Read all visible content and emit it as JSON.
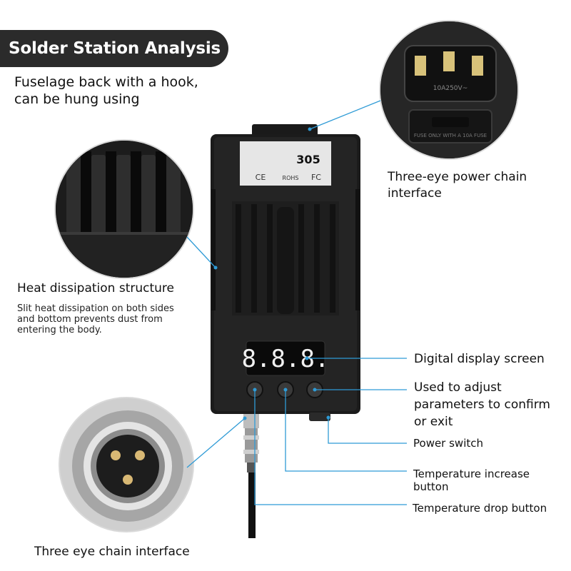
{
  "title": "Solder Station Analysis",
  "device": {
    "model": "305",
    "marks": {
      "ce": "CE",
      "rohs": "ROHS",
      "fc": "FC"
    },
    "display_digits": "8.8.8."
  },
  "plug_detail": {
    "rating": "10A250V~",
    "fuse_note": "FUSE ONLY WITH A 10A FUSE"
  },
  "callouts": {
    "hook_line1": "Fuselage back with a hook,",
    "hook_line2": "can be hung using",
    "power_interface_line1": "Three-eye power chain",
    "power_interface_line2": "interface",
    "heat_title": "Heat dissipation structure",
    "heat_desc_line1": "Slit heat dissipation on both sides",
    "heat_desc_line2": "and bottom prevents dust from",
    "heat_desc_line3": "entering the body.",
    "display": "Digital display screen",
    "adjust_line1": "Used to adjust",
    "adjust_line2": "parameters to confirm",
    "adjust_line3": "or exit",
    "power_switch": "Power switch",
    "temp_increase_line1": "Temperature increase",
    "temp_increase_line2": "button",
    "temp_drop": "Temperature drop button",
    "chain_interface": "Three eye chain interface"
  }
}
